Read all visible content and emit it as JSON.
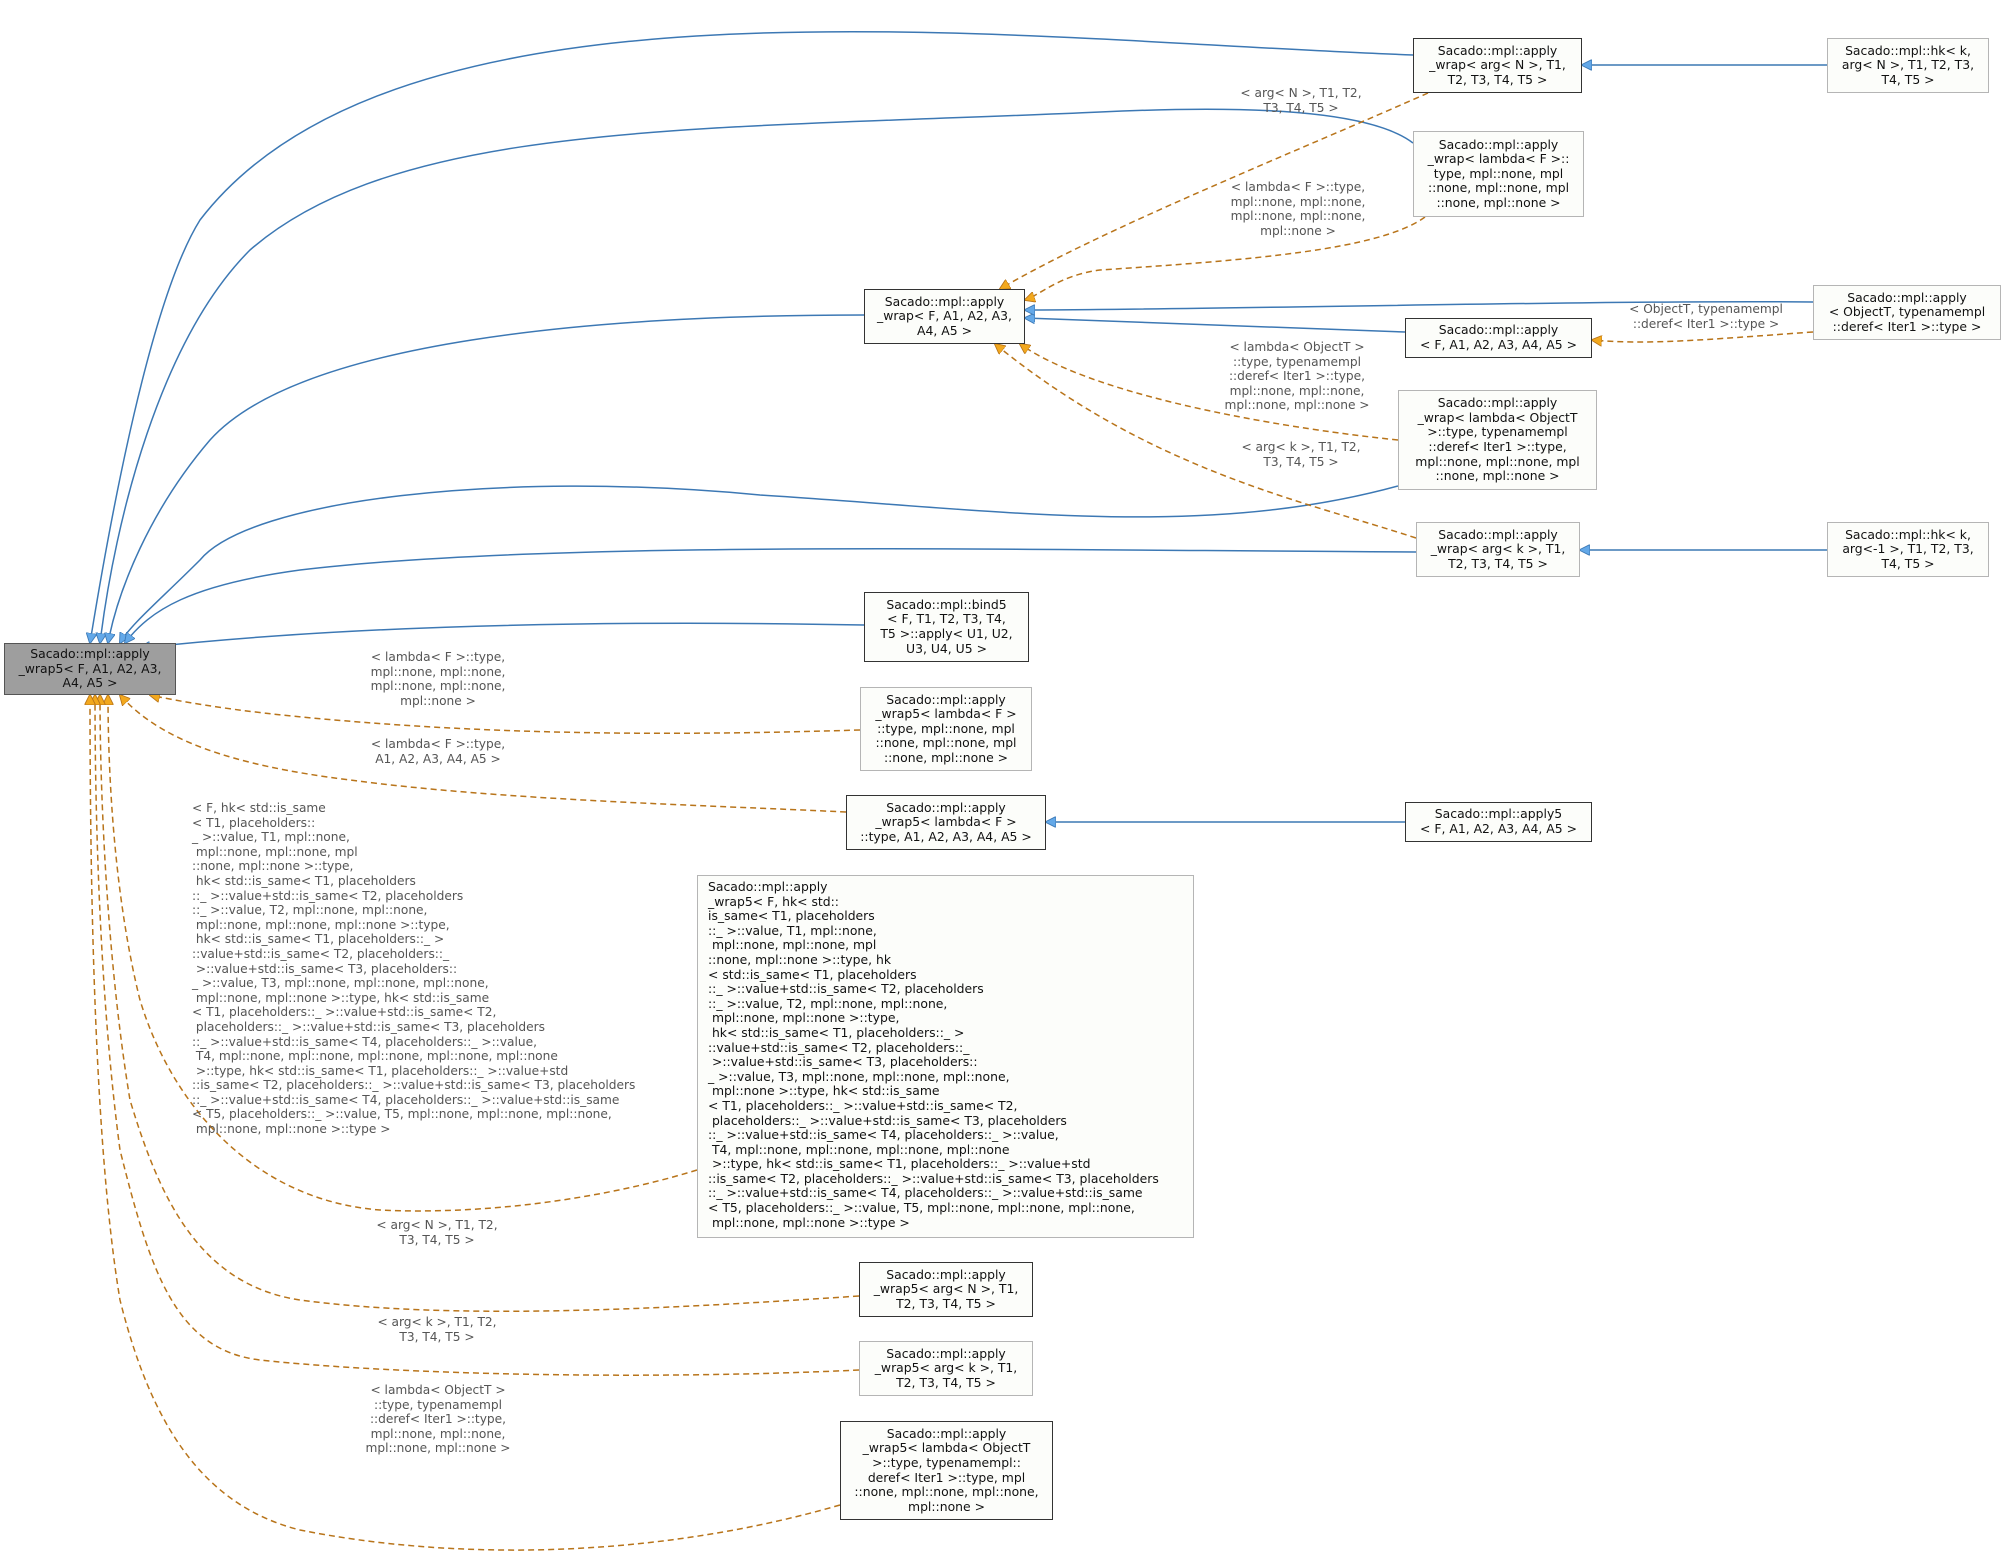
{
  "colors": {
    "inherit_edge": "#3c78b4",
    "inherit_arrow": "#63a8e8",
    "template_edge": "#b8741a",
    "template_arrow": "#f2a81e",
    "root_fill": "#9e9e9e",
    "node_fill": "#fcfdfa"
  },
  "nodes": {
    "root": "Sacado::mpl::apply\n_wrap5< F, A1, A2, A3,\nA4, A5 >",
    "apply_wrap": "Sacado::mpl::apply\n_wrap< F, A1, A2, A3,\nA4, A5 >",
    "apply_wrap_argN": "Sacado::mpl::apply\n_wrap< arg< N >, T1,\nT2, T3, T4, T5 >",
    "hk_argN": "Sacado::mpl::hk< k,\narg< N >, T1, T2, T3,\nT4, T5 >",
    "apply_wrap_lambdaF": "Sacado::mpl::apply\n_wrap< lambda< F >::\ntype, mpl::none, mpl\n::none, mpl::none, mpl\n::none, mpl::none >",
    "apply_ObjectT": "Sacado::mpl::apply\n< ObjectT, typenamempl\n::deref< Iter1 >::type >",
    "apply_F": "Sacado::mpl::apply\n< F, A1, A2, A3, A4, A5 >",
    "apply_wrap_lambdaObj": "Sacado::mpl::apply\n_wrap< lambda< ObjectT\n>::type, typenamempl\n::deref< Iter1 >::type,\nmpl::none, mpl::none, mpl\n::none, mpl::none >",
    "apply_wrap_argk": "Sacado::mpl::apply\n_wrap< arg< k >, T1,\nT2, T3, T4, T5 >",
    "hk_argm1": "Sacado::mpl::hk< k,\narg<-1 >, T1, T2, T3,\nT4, T5 >",
    "bind5": "Sacado::mpl::bind5\n< F, T1, T2, T3, T4,\nT5 >::apply< U1, U2,\nU3, U4, U5 >",
    "aw5_lambda_none": "Sacado::mpl::apply\n_wrap5< lambda< F >\n::type, mpl::none, mpl\n::none, mpl::none, mpl\n::none, mpl::none >",
    "aw5_lambda_A": "Sacado::mpl::apply\n_wrap5< lambda< F >\n::type, A1, A2, A3, A4, A5 >",
    "apply5": "Sacado::mpl::apply5\n< F, A1, A2, A3, A4, A5 >",
    "aw5_hk": "Sacado::mpl::apply\n_wrap5< F, hk< std::\nis_same< T1, placeholders\n::_ >::value, T1, mpl::none,\n mpl::none, mpl::none, mpl\n::none, mpl::none >::type, hk\n< std::is_same< T1, placeholders\n::_ >::value+std::is_same< T2, placeholders\n::_ >::value, T2, mpl::none, mpl::none,\n mpl::none, mpl::none >::type,\n hk< std::is_same< T1, placeholders::_ >\n::value+std::is_same< T2, placeholders::_\n >::value+std::is_same< T3, placeholders::\n_ >::value, T3, mpl::none, mpl::none, mpl::none,\n mpl::none >::type, hk< std::is_same\n< T1, placeholders::_ >::value+std::is_same< T2,\n placeholders::_ >::value+std::is_same< T3, placeholders\n::_ >::value+std::is_same< T4, placeholders::_ >::value,\n T4, mpl::none, mpl::none, mpl::none, mpl::none\n >::type, hk< std::is_same< T1, placeholders::_ >::value+std\n::is_same< T2, placeholders::_ >::value+std::is_same< T3, placeholders\n::_ >::value+std::is_same< T4, placeholders::_ >::value+std::is_same\n< T5, placeholders::_ >::value, T5, mpl::none, mpl::none, mpl::none,\n mpl::none, mpl::none >::type >",
    "aw5_argN": "Sacado::mpl::apply\n_wrap5< arg< N >, T1,\nT2, T3, T4, T5 >",
    "aw5_argk": "Sacado::mpl::apply\n_wrap5< arg< k >, T1,\nT2, T3, T4, T5 >",
    "aw5_lambdaObj": "Sacado::mpl::apply\n_wrap5< lambda< ObjectT\n>::type, typenamempl::\nderef< Iter1 >::type, mpl\n::none, mpl::none, mpl::none,\nmpl::none >"
  },
  "labels": {
    "l_argN_aw": "< arg< N >, T1, T2,\nT3, T4, T5 >",
    "l_lambdaF_aw": "< lambda< F >::type,\nmpl::none, mpl::none,\nmpl::none, mpl::none,\nmpl::none >",
    "l_objT_apply": "< ObjectT, typenamempl\n::deref< Iter1 >::type >",
    "l_lambdaObj_aw": "< lambda< ObjectT >\n::type, typenamempl\n::deref< Iter1 >::type,\nmpl::none, mpl::none,\nmpl::none, mpl::none >",
    "l_argk_aw": "< arg< k >, T1, T2,\nT3, T4, T5 >",
    "l_lambdaF_none_root": "< lambda< F >::type,\nmpl::none, mpl::none,\nmpl::none, mpl::none,\nmpl::none >",
    "l_lambdaF_A_root": "< lambda< F >::type,\nA1, A2, A3, A4, A5 >",
    "l_hk_root": "< F, hk< std::is_same\n< T1, placeholders::\n_ >::value, T1, mpl::none,\n mpl::none, mpl::none, mpl\n::none, mpl::none >::type,\n hk< std::is_same< T1, placeholders\n::_ >::value+std::is_same< T2, placeholders\n::_ >::value, T2, mpl::none, mpl::none,\n mpl::none, mpl::none, mpl::none >::type,\n hk< std::is_same< T1, placeholders::_ >\n::value+std::is_same< T2, placeholders::_\n >::value+std::is_same< T3, placeholders::\n_ >::value, T3, mpl::none, mpl::none, mpl::none,\n mpl::none, mpl::none >::type, hk< std::is_same\n< T1, placeholders::_ >::value+std::is_same< T2,\n placeholders::_ >::value+std::is_same< T3, placeholders\n::_ >::value+std::is_same< T4, placeholders::_ >::value,\n T4, mpl::none, mpl::none, mpl::none, mpl::none, mpl::none\n >::type, hk< std::is_same< T1, placeholders::_ >::value+std\n::is_same< T2, placeholders::_ >::value+std::is_same< T3, placeholders\n::_ >::value+std::is_same< T4, placeholders::_ >::value+std::is_same\n< T5, placeholders::_ >::value, T5, mpl::none, mpl::none, mpl::none,\n mpl::none, mpl::none >::type >",
    "l_argN_root": "< arg< N >, T1, T2,\nT3, T4, T5 >",
    "l_argk_root": "< arg< k >, T1, T2,\nT3, T4, T5 >",
    "l_lambdaObj_root": "< lambda< ObjectT >\n::type, typenamempl\n::deref< Iter1 >::type,\nmpl::none, mpl::none,\nmpl::none, mpl::none >"
  }
}
